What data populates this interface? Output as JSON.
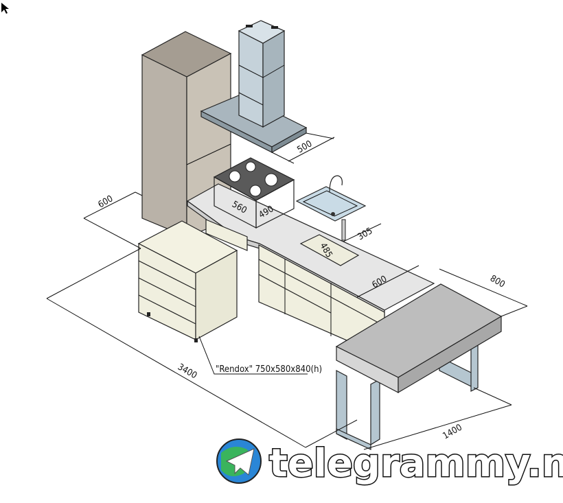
{
  "drawing": {
    "dimensions": {
      "tall_unit_depth": "600",
      "hood_depth": "500",
      "hob_width": "560",
      "hob_depth": "490",
      "sink_depth": "305",
      "sink_width": "485",
      "counter_depth": "600",
      "table_depth": "800",
      "total_length": "3400",
      "table_length": "1400"
    },
    "callout": "\"Rendox\" 750x580x840(h)"
  },
  "watermark": {
    "text": "telegrammy.net"
  },
  "colors": {
    "tall_unit": "#b9b2a8",
    "cabinet_front": "#f0efdf",
    "countertop": "#e6e6e6",
    "hood": "#b8c4cc",
    "hob": "#5a5a5a",
    "sink": "#c9dbe6",
    "table_top": "#bdbdbd",
    "table_legs": "#b5c6d0"
  }
}
